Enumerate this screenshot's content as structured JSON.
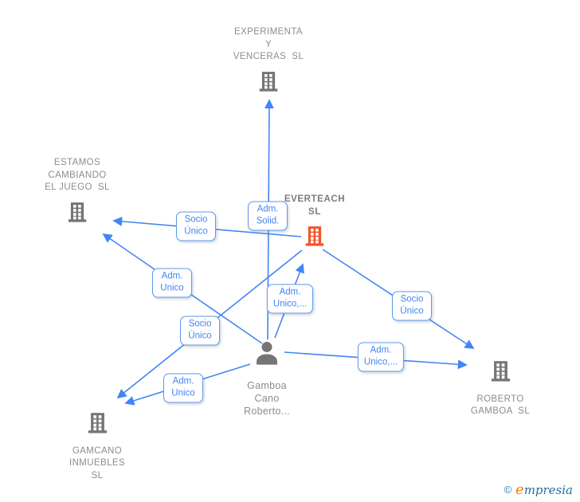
{
  "diagram": {
    "colors": {
      "edge_blue": "#4285f4",
      "company_gray": "#757575",
      "focus_orange": "#f4542e",
      "node_text_gray": "#8c8c8c"
    },
    "nodes": {
      "experimenta": {
        "type": "company",
        "lines": [
          "EXPERIMENTA",
          "Y",
          "VENCERAS  SL"
        ]
      },
      "estamos": {
        "type": "company",
        "lines": [
          "ESTAMOS",
          "CAMBIANDO",
          "EL JUEGO  SL"
        ]
      },
      "everteach": {
        "type": "company-focus",
        "lines": [
          "EVERTEACH",
          "SL"
        ]
      },
      "person": {
        "type": "person",
        "lines": [
          "Gamboa",
          "Cano",
          "Roberto..."
        ]
      },
      "roberto_gamboa": {
        "type": "company",
        "lines": [
          "ROBERTO",
          "GAMBOA  SL"
        ]
      },
      "gamcano": {
        "type": "company",
        "lines": [
          "GAMCANO",
          "INMUEBLES",
          "SL"
        ]
      }
    },
    "edges": [
      {
        "from": "Gamboa Cano Roberto...",
        "to": "EXPERIMENTA Y VENCERAS SL",
        "label_lines": [
          "Adm.",
          "Solid."
        ]
      },
      {
        "from": "EVERTEACH SL",
        "to": "ESTAMOS CAMBIANDO EL JUEGO SL",
        "label_lines": [
          "Socio",
          "Único"
        ]
      },
      {
        "from": "Gamboa Cano Roberto...",
        "to": "ESTAMOS CAMBIANDO EL JUEGO SL",
        "label_lines": [
          "Adm.",
          "Unico"
        ]
      },
      {
        "from": "Gamboa Cano Roberto...",
        "to": "EVERTEACH SL",
        "label_lines": [
          "Adm.",
          "Unico,..."
        ]
      },
      {
        "from": "EVERTEACH SL",
        "to": "ROBERTO GAMBOA SL",
        "label_lines": [
          "Socio",
          "Único"
        ]
      },
      {
        "from": "EVERTEACH SL",
        "to": "GAMCANO INMUEBLES SL",
        "label_lines": [
          "Socio",
          "Único"
        ]
      },
      {
        "from": "Gamboa Cano Roberto...",
        "to": "ROBERTO GAMBOA SL",
        "label_lines": [
          "Adm.",
          "Unico,..."
        ]
      },
      {
        "from": "Gamboa Cano Roberto...",
        "to": "GAMCANO INMUEBLES SL",
        "label_lines": [
          "Adm.",
          "Unico"
        ]
      }
    ],
    "watermark": {
      "copyright": "©",
      "brand_initial": "e",
      "brand_rest": "mpresia"
    }
  }
}
